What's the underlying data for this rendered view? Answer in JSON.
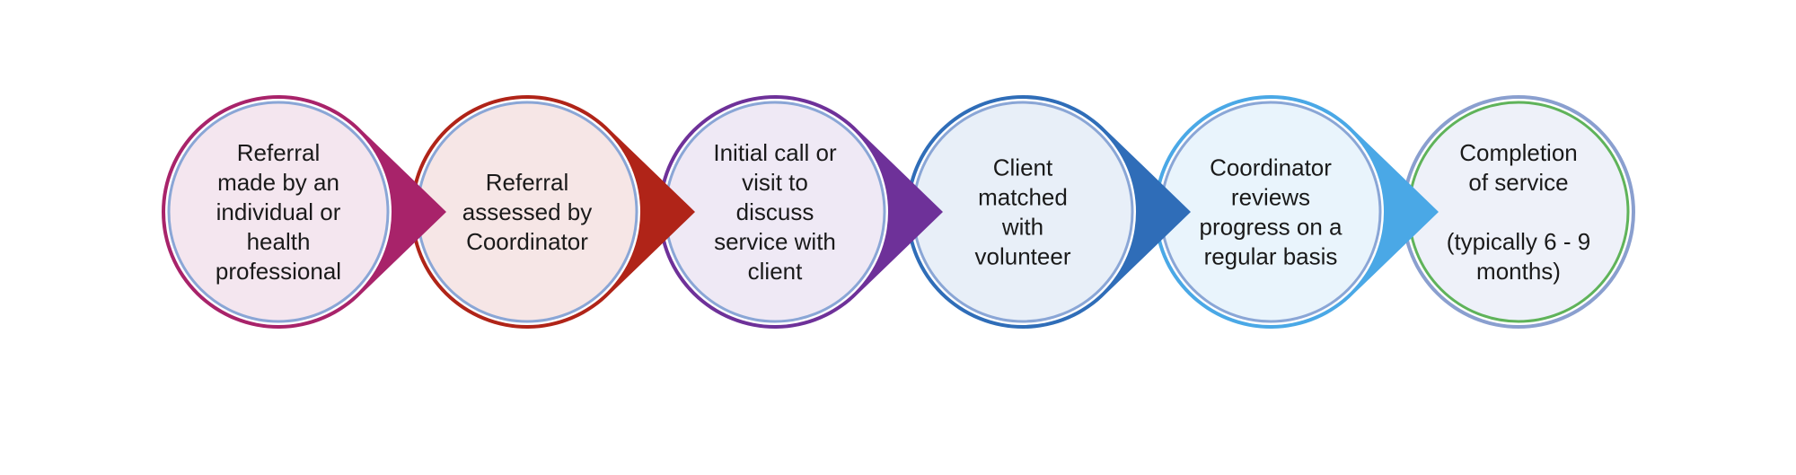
{
  "steps": [
    {
      "lines": [
        "Referral",
        "made by an",
        "individual or",
        "health",
        "professional"
      ],
      "accent": "#a8236a",
      "fill": "#f4e6ef",
      "border": "#8aa6d6",
      "icon": "chevron-right-icon"
    },
    {
      "lines": [
        "Referral",
        "assessed by",
        "Coordinator"
      ],
      "accent": "#b02418",
      "fill": "#f6e6e6",
      "border": "#8aa6d6",
      "icon": "chevron-right-icon"
    },
    {
      "lines": [
        "Initial call or",
        "visit to",
        "discuss",
        "service with",
        "client"
      ],
      "accent": "#6e3199",
      "fill": "#efe9f5",
      "border": "#8aa6d6",
      "icon": "chevron-right-icon"
    },
    {
      "lines": [
        "Client",
        "matched",
        "with",
        "volunteer"
      ],
      "accent": "#2f6db8",
      "fill": "#e8eff8",
      "border": "#8aa6d6",
      "icon": "chevron-right-icon"
    },
    {
      "lines": [
        "Coordinator",
        "reviews",
        "progress on a",
        "regular basis"
      ],
      "accent": "#4aa8e6",
      "fill": "#e9f4fc",
      "border": "#8aa6d6",
      "icon": "chevron-right-icon"
    },
    {
      "lines": [
        "Completion",
        "of service",
        "",
        "(typically 6 - 9",
        "months)"
      ],
      "accent": "#8a9fcf",
      "fill": "#eef1f9",
      "border": "#5fb35a",
      "icon": null
    }
  ]
}
